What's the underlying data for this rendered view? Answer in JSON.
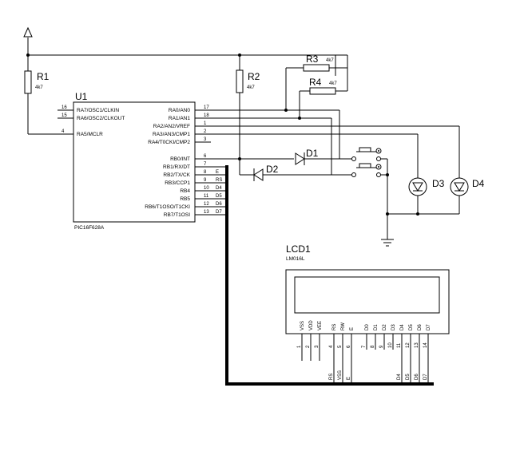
{
  "u1": {
    "ref": "U1",
    "part": "PIC16F628A",
    "left_pins": [
      {
        "num": "16",
        "name": "RA7/OSC1/CLKIN"
      },
      {
        "num": "15",
        "name": "RA6/OSC2/CLKOUT"
      },
      {
        "num": "4",
        "name": "RA5/MCLR"
      }
    ],
    "right_pins": [
      {
        "num": "17",
        "name": "RA0/AN0"
      },
      {
        "num": "18",
        "name": "RA1/AN1"
      },
      {
        "num": "1",
        "name": "RA2/AN2/VREF"
      },
      {
        "num": "2",
        "name": "RA3/AN3/CMP1"
      },
      {
        "num": "3",
        "name": "RA4/T0CKI/CMP2"
      },
      {
        "num": "6",
        "name": "RB0/INT"
      },
      {
        "num": "7",
        "name": "RB1/RX/DT"
      },
      {
        "num": "8",
        "name": "RB2/TX/CK"
      },
      {
        "num": "9",
        "name": "RB3/CCP1"
      },
      {
        "num": "10",
        "name": "RB4"
      },
      {
        "num": "11",
        "name": "RB5"
      },
      {
        "num": "12",
        "name": "RB6/T1OSO/T1CKI"
      },
      {
        "num": "13",
        "name": "RB7/T1OSI"
      }
    ],
    "net_labels": [
      "E",
      "RS",
      "D4",
      "D5",
      "D6",
      "D7"
    ]
  },
  "resistors": [
    {
      "ref": "R1",
      "value": "4k7"
    },
    {
      "ref": "R2",
      "value": "4k7"
    },
    {
      "ref": "R3",
      "value": "4k7"
    },
    {
      "ref": "R4",
      "value": "4k7"
    }
  ],
  "diodes": [
    {
      "ref": "D1"
    },
    {
      "ref": "D2"
    }
  ],
  "leds": [
    {
      "ref": "D3"
    },
    {
      "ref": "D4"
    }
  ],
  "lcd": {
    "ref": "LCD1",
    "part": "LM016L",
    "pins": [
      {
        "name": "VSS",
        "num": "1"
      },
      {
        "name": "VDD",
        "num": "2"
      },
      {
        "name": "VEE",
        "num": "3"
      },
      {
        "name": "RS",
        "num": "4"
      },
      {
        "name": "RW",
        "num": "5"
      },
      {
        "name": "E",
        "num": "6"
      },
      {
        "name": "D0",
        "num": "7"
      },
      {
        "name": "D1",
        "num": "8"
      },
      {
        "name": "D2",
        "num": "9"
      },
      {
        "name": "D3",
        "num": "10"
      },
      {
        "name": "D4",
        "num": "11"
      },
      {
        "name": "D5",
        "num": "12"
      },
      {
        "name": "D6",
        "num": "13"
      },
      {
        "name": "D7",
        "num": "14"
      }
    ],
    "bus_labels": [
      "RS",
      "VSS",
      "E",
      "D4",
      "D5",
      "D6",
      "D7"
    ]
  }
}
